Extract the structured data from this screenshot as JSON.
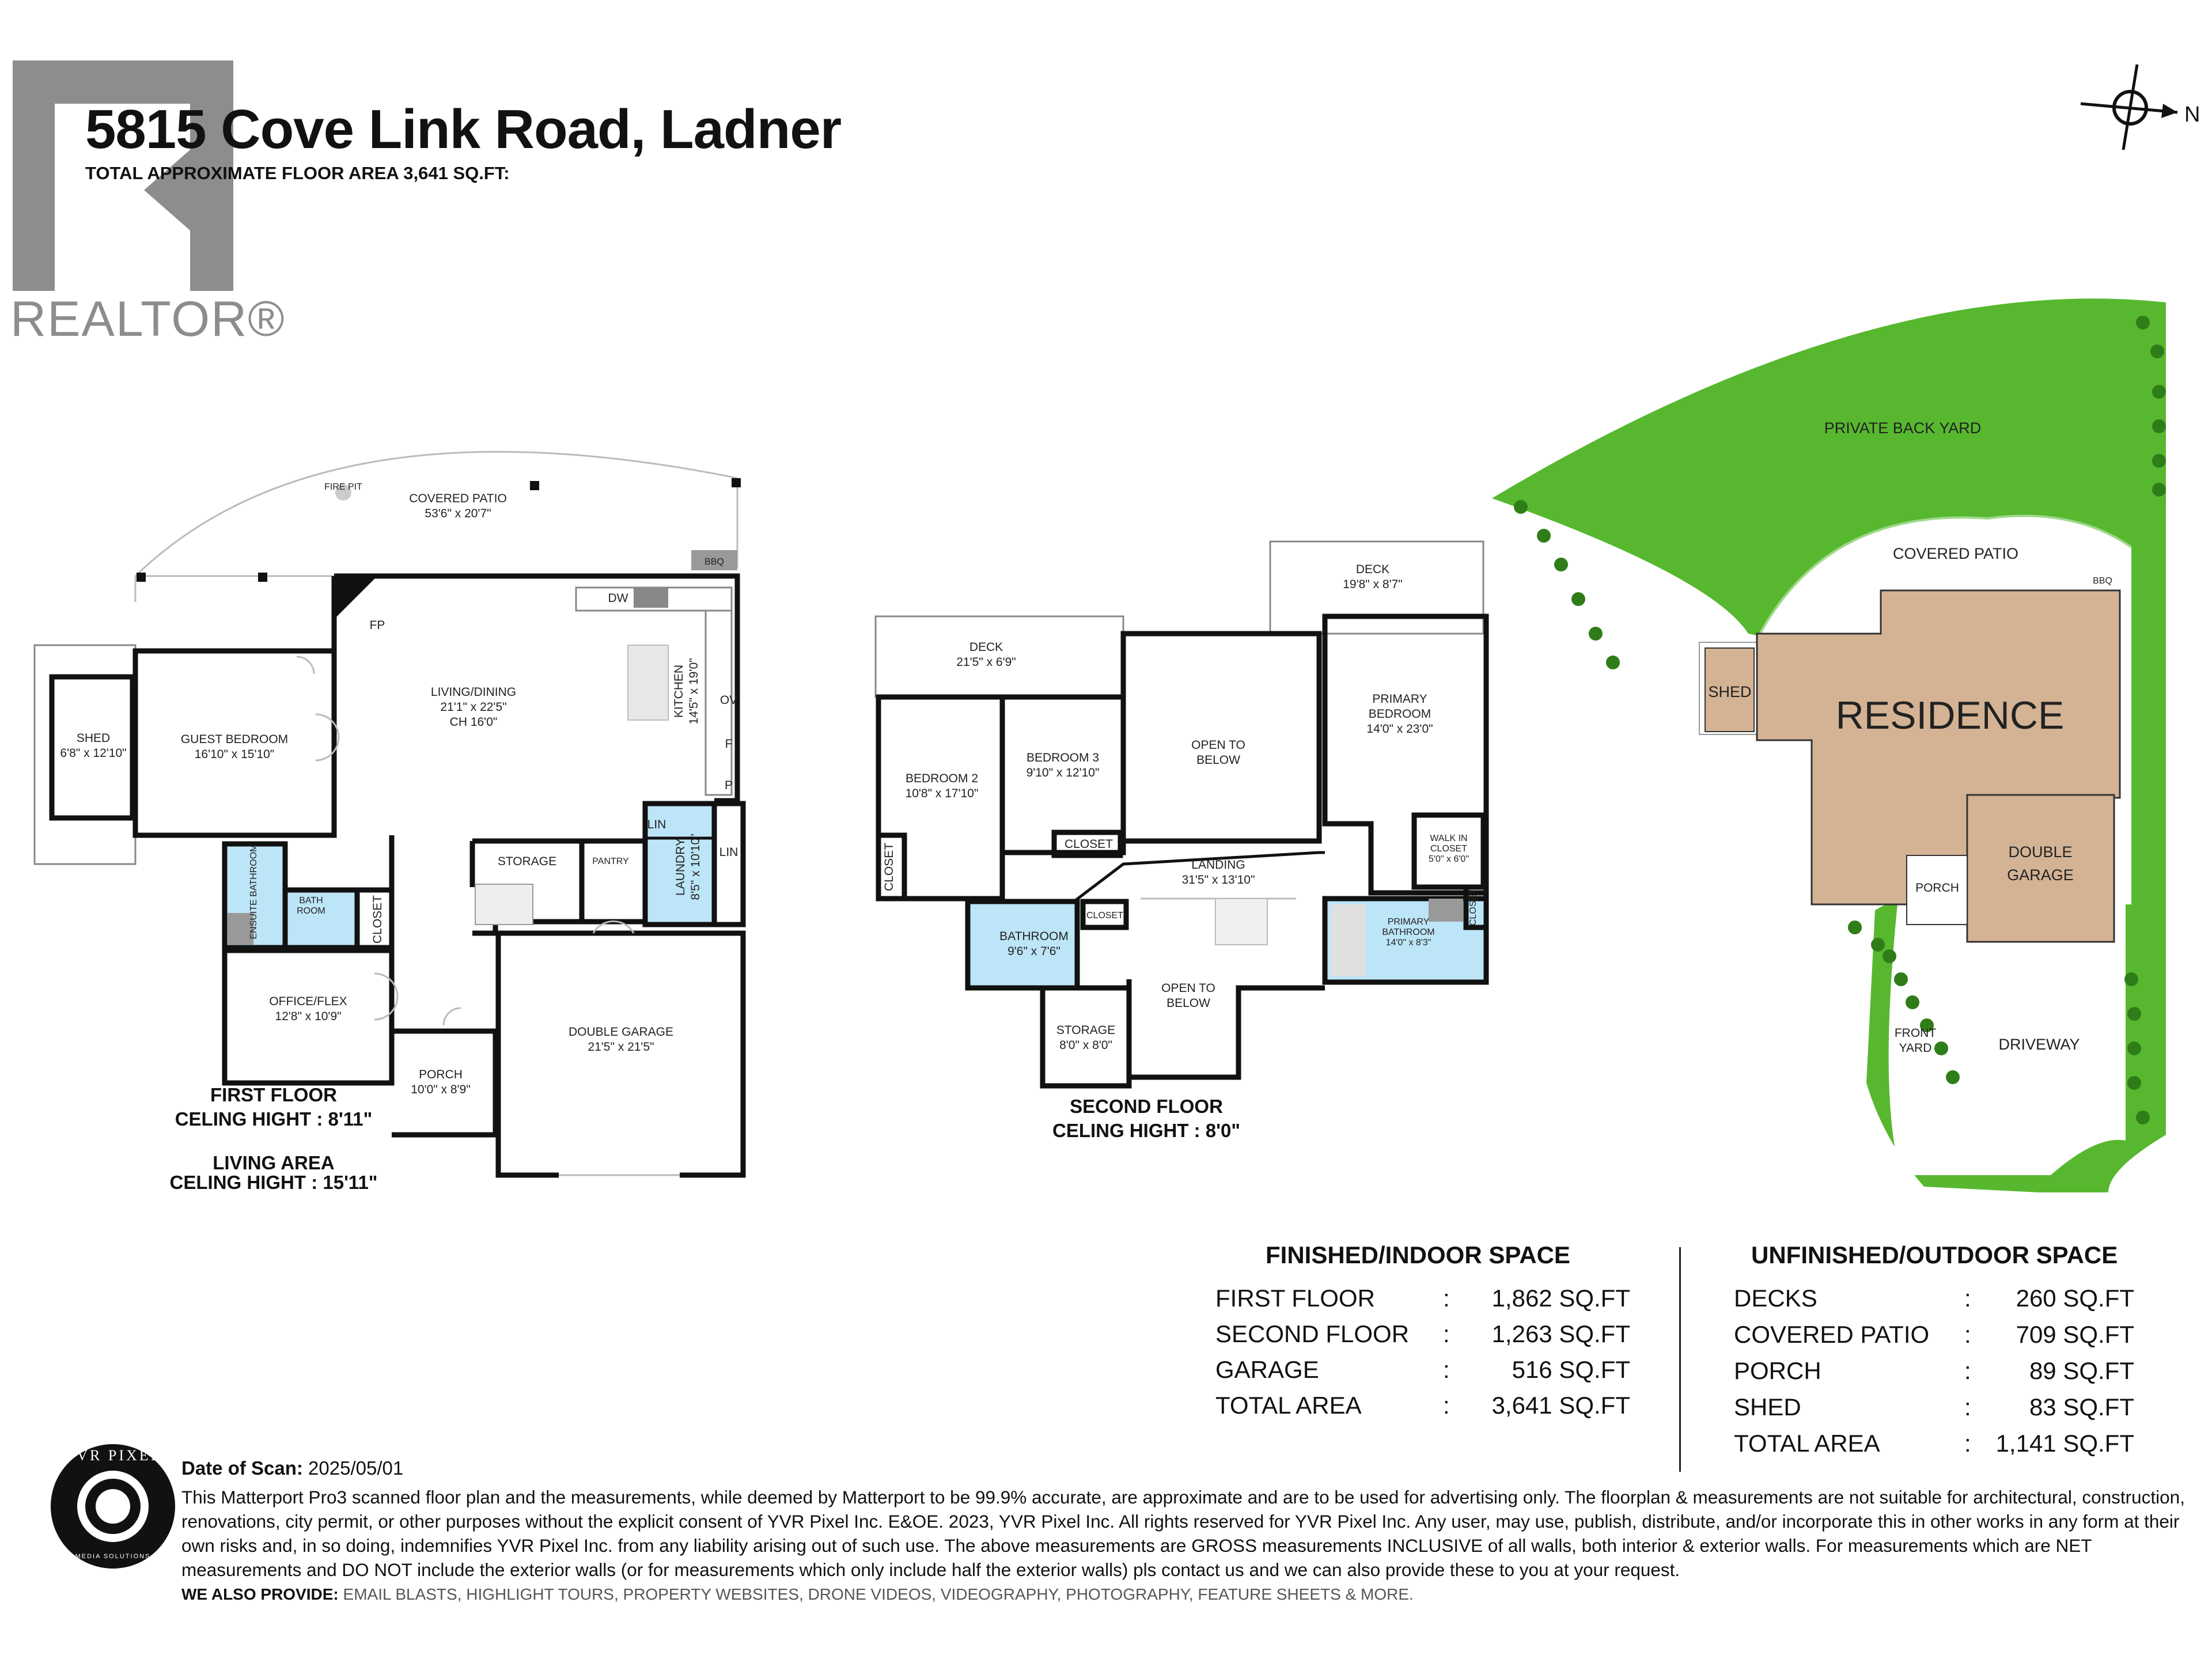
{
  "header": {
    "title": "5815 Cove Link Road, Ladner",
    "subtitle": "TOTAL APPROXIMATE FLOOR AREA 3,641 SQ.FT:",
    "realtor_logo_text": "REALTOR®",
    "compass_label": "N"
  },
  "first_floor": {
    "caption_1": "FIRST FLOOR",
    "caption_2": "CELING HIGHT : 8'11\"",
    "living_caption_1": "LIVING AREA",
    "living_caption_2": "CELING HIGHT : 15'11\"",
    "rooms": {
      "covered_patio": [
        "COVERED PATIO",
        "53'6\" x 20'7\""
      ],
      "living_dining": [
        "LIVING/DINING",
        "21'1\" x 22'5\"",
        "CH 16'0\""
      ],
      "kitchen": [
        "KITCHEN",
        "14'5\" x 19'0\""
      ],
      "guest_bedroom": [
        "GUEST BEDROOM",
        "16'10\" x 15'10\""
      ],
      "shed": [
        "SHED",
        "6'8\" x 12'10\""
      ],
      "storage": "STORAGE",
      "pantry": "PANTRY",
      "laundry": [
        "LAUNDRY",
        "8'5\" x 10'10\""
      ],
      "lin_1": "LIN",
      "lin_2": "LIN",
      "bath": [
        "BATH",
        "ROOM"
      ],
      "closet": "CLOSET",
      "ensuite": "ENSUITE BATHROOM",
      "office": [
        "OFFICE/FLEX",
        "12'8\" x 10'9\""
      ],
      "porch": [
        "PORCH",
        "10'0\" x 8'9\""
      ],
      "garage": [
        "DOUBLE GARAGE",
        "21'5\" x 21'5\""
      ],
      "fp": "FP",
      "dw": "DW",
      "ov": "OV",
      "f": "F",
      "p": "P",
      "bbq": "BBQ",
      "fire": "FIRE PIT"
    }
  },
  "second_floor": {
    "caption_1": "SECOND FLOOR",
    "caption_2": "CELING HIGHT : 8'0\"",
    "rooms": {
      "deck_1": [
        "DECK",
        "21'5\" x 6'9\""
      ],
      "deck_2": [
        "DECK",
        "19'8\" x 8'7\""
      ],
      "bedroom_2": [
        "BEDROOM 2",
        "10'8\" x 17'10\""
      ],
      "bedroom_3": [
        "BEDROOM 3",
        "9'10\" x 12'10\""
      ],
      "open_1": [
        "OPEN TO",
        "BELOW"
      ],
      "primary_bedroom": [
        "PRIMARY",
        "BEDROOM",
        "14'0\" x 23'0\""
      ],
      "closet_1": "CLOSET",
      "closet_2": "CLOSET",
      "closet_3": "CLOSET",
      "closet_4": "CLOSET",
      "walkin": [
        "WALK IN",
        "CLOSET",
        "5'0\" x 6'0\""
      ],
      "landing": [
        "LANDING",
        "31'5\" x 13'10\""
      ],
      "bathroom": [
        "BATHROOM",
        "9'6\" x 7'6\""
      ],
      "primary_bath": [
        "PRIMARY",
        "BATHROOM",
        "14'0\" x 8'3\""
      ],
      "open_2": [
        "OPEN TO",
        "BELOW"
      ],
      "storage": [
        "STORAGE",
        "8'0\" x 8'0\""
      ]
    }
  },
  "site_plan": {
    "private_back_yard": "PRIVATE BACK YARD",
    "covered_patio": "COVERED PATIO",
    "bbq": "BBQ",
    "shed": "SHED",
    "residence": "RESIDENCE",
    "double_garage": [
      "DOUBLE",
      "GARAGE"
    ],
    "porch": "PORCH",
    "front_yard": [
      "FRONT",
      "YARD"
    ],
    "driveway": "DRIVEWAY",
    "colors": {
      "lawn": "#57b82f",
      "residence": "#d4b394",
      "garage": "#d4b394"
    }
  },
  "finished_space": {
    "heading": "FINISHED/INDOOR SPACE",
    "rows": [
      {
        "label": "FIRST FLOOR",
        "sep": ":",
        "value": "1,862 SQ.FT"
      },
      {
        "label": "SECOND FLOOR",
        "sep": ":",
        "value": "1,263 SQ.FT"
      },
      {
        "label": "GARAGE",
        "sep": ":",
        "value": "516 SQ.FT"
      },
      {
        "label": "TOTAL AREA",
        "sep": ":",
        "value": "3,641 SQ.FT"
      }
    ]
  },
  "unfinished_space": {
    "heading": "UNFINISHED/OUTDOOR SPACE",
    "rows": [
      {
        "label": "DECKS",
        "sep": ":",
        "value": "260 SQ.FT"
      },
      {
        "label": "COVERED PATIO",
        "sep": ":",
        "value": "709 SQ.FT"
      },
      {
        "label": "PORCH",
        "sep": ":",
        "value": "89 SQ.FT"
      },
      {
        "label": "SHED",
        "sep": ":",
        "value": "83 SQ.FT"
      },
      {
        "label": "TOTAL AREA",
        "sep": ":",
        "value": "1,141 SQ.FT"
      }
    ]
  },
  "footer": {
    "scan_label": "Date of Scan:",
    "scan_date": "2025/05/01",
    "disclaimer": "This Matterport Pro3 scanned floor plan and the measurements, while deemed by Matterport to be 99.9% accurate, are approximate and are to be used for advertising only. The floorplan & measurements are not suitable for architectural, construction, renovations, city permit, or other purposes without the explicit consent of YVR Pixel Inc. E&OE. 2023, YVR Pixel Inc. All rights reserved for YVR Pixel Inc. Any user, may use, publish, distribute, and/or incorporate this in other works in any form at their own risks and, in so doing, indemnifies YVR Pixel Inc. from any liability arising out of such use. The above measurements are GROSS measurements INCLUSIVE of all walls, both interior & exterior walls. For measurements which are NET measurements and DO NOT include the exterior walls (or for measurements which only include half the exterior walls) pls contact us and we can also provide these to you at your request.",
    "provide_label": "WE ALSO PROVIDE:",
    "provide_list": "EMAIL BLASTS, HIGHLIGHT TOURS, PROPERTY WEBSITES, DRONE VIDEOS, VIDEOGRAPHY, PHOTOGRAPHY, FEATURE SHEETS & MORE.",
    "logo_text": "YVR PIXEL",
    "logo_sub": "MEDIA SOLUTIONS"
  }
}
